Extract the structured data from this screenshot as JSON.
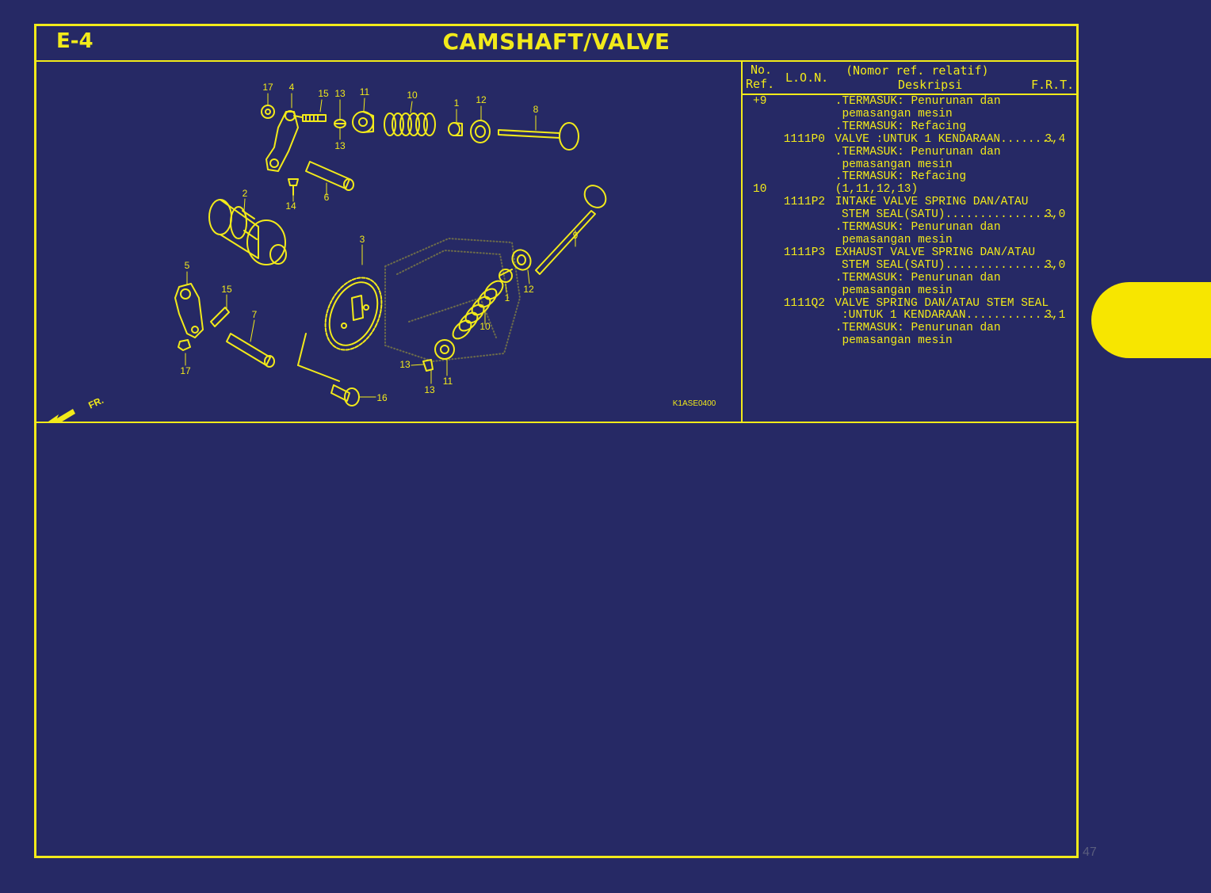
{
  "header": {
    "code": "E-4",
    "title": "CAMSHAFT/VALVE"
  },
  "diagram": {
    "image_code": "K1ASE0400",
    "direction_label": "FR.",
    "callouts": [
      "17",
      "4",
      "15",
      "13",
      "11",
      "10",
      "1",
      "12",
      "8",
      "13",
      "6",
      "14",
      "2",
      "9",
      "3",
      "12",
      "1",
      "5",
      "15",
      "7",
      "10",
      "13",
      "11",
      "17",
      "13",
      "16"
    ]
  },
  "table": {
    "header": {
      "no": "No.",
      "ref": "Ref.",
      "lon": "L.O.N.",
      "note": "(Nomor ref. relatif)",
      "desc": "Deskripsi",
      "frt": "F.R.T."
    },
    "rows": [
      {
        "ref": "+9",
        "lon": "",
        "desc": ".TERMASUK: Penurunan dan",
        "frt": ""
      },
      {
        "ref": "",
        "lon": "",
        "desc": " pemasangan mesin",
        "frt": ""
      },
      {
        "ref": "",
        "lon": "",
        "desc": ".TERMASUK: Refacing",
        "frt": ""
      },
      {
        "ref": "",
        "lon": "1111P0",
        "desc": "VALVE :UNTUK 1 KENDARAAN........",
        "frt": "3,4"
      },
      {
        "ref": "",
        "lon": "",
        "desc": ".TERMASUK: Penurunan dan",
        "frt": ""
      },
      {
        "ref": "",
        "lon": "",
        "desc": " pemasangan mesin",
        "frt": ""
      },
      {
        "ref": "",
        "lon": "",
        "desc": ".TERMASUK: Refacing",
        "frt": ""
      },
      {
        "ref": "10",
        "lon": "",
        "desc": "(1,11,12,13)",
        "frt": ""
      },
      {
        "ref": "",
        "lon": "1111P2",
        "desc": "INTAKE VALVE SPRING DAN/ATAU",
        "frt": ""
      },
      {
        "ref": "",
        "lon": "",
        "desc": " STEM SEAL(SATU)................",
        "frt": "3,0"
      },
      {
        "ref": "",
        "lon": "",
        "desc": ".TERMASUK: Penurunan dan",
        "frt": ""
      },
      {
        "ref": "",
        "lon": "",
        "desc": " pemasangan mesin",
        "frt": ""
      },
      {
        "ref": "",
        "lon": "1111P3",
        "desc": "EXHAUST VALVE SPRING DAN/ATAU",
        "frt": ""
      },
      {
        "ref": "",
        "lon": "",
        "desc": " STEM SEAL(SATU)................",
        "frt": "3,0"
      },
      {
        "ref": "",
        "lon": "",
        "desc": ".TERMASUK: Penurunan dan",
        "frt": ""
      },
      {
        "ref": "",
        "lon": "",
        "desc": " pemasangan mesin",
        "frt": ""
      },
      {
        "ref": "",
        "lon": "1111Q2",
        "desc": "VALVE SPRING DAN/ATAU STEM SEAL",
        "frt": ""
      },
      {
        "ref": "",
        "lon": "",
        "desc": " :UNTUK 1 KENDARAAN.............",
        "frt": "3,1"
      },
      {
        "ref": "",
        "lon": "",
        "desc": ".TERMASUK: Penurunan dan",
        "frt": ""
      },
      {
        "ref": "",
        "lon": "",
        "desc": " pemasangan mesin",
        "frt": ""
      }
    ]
  },
  "page_number": "47",
  "colors": {
    "background": "#262965",
    "foreground": "#f2ea1a",
    "tab": "#f7e600"
  }
}
